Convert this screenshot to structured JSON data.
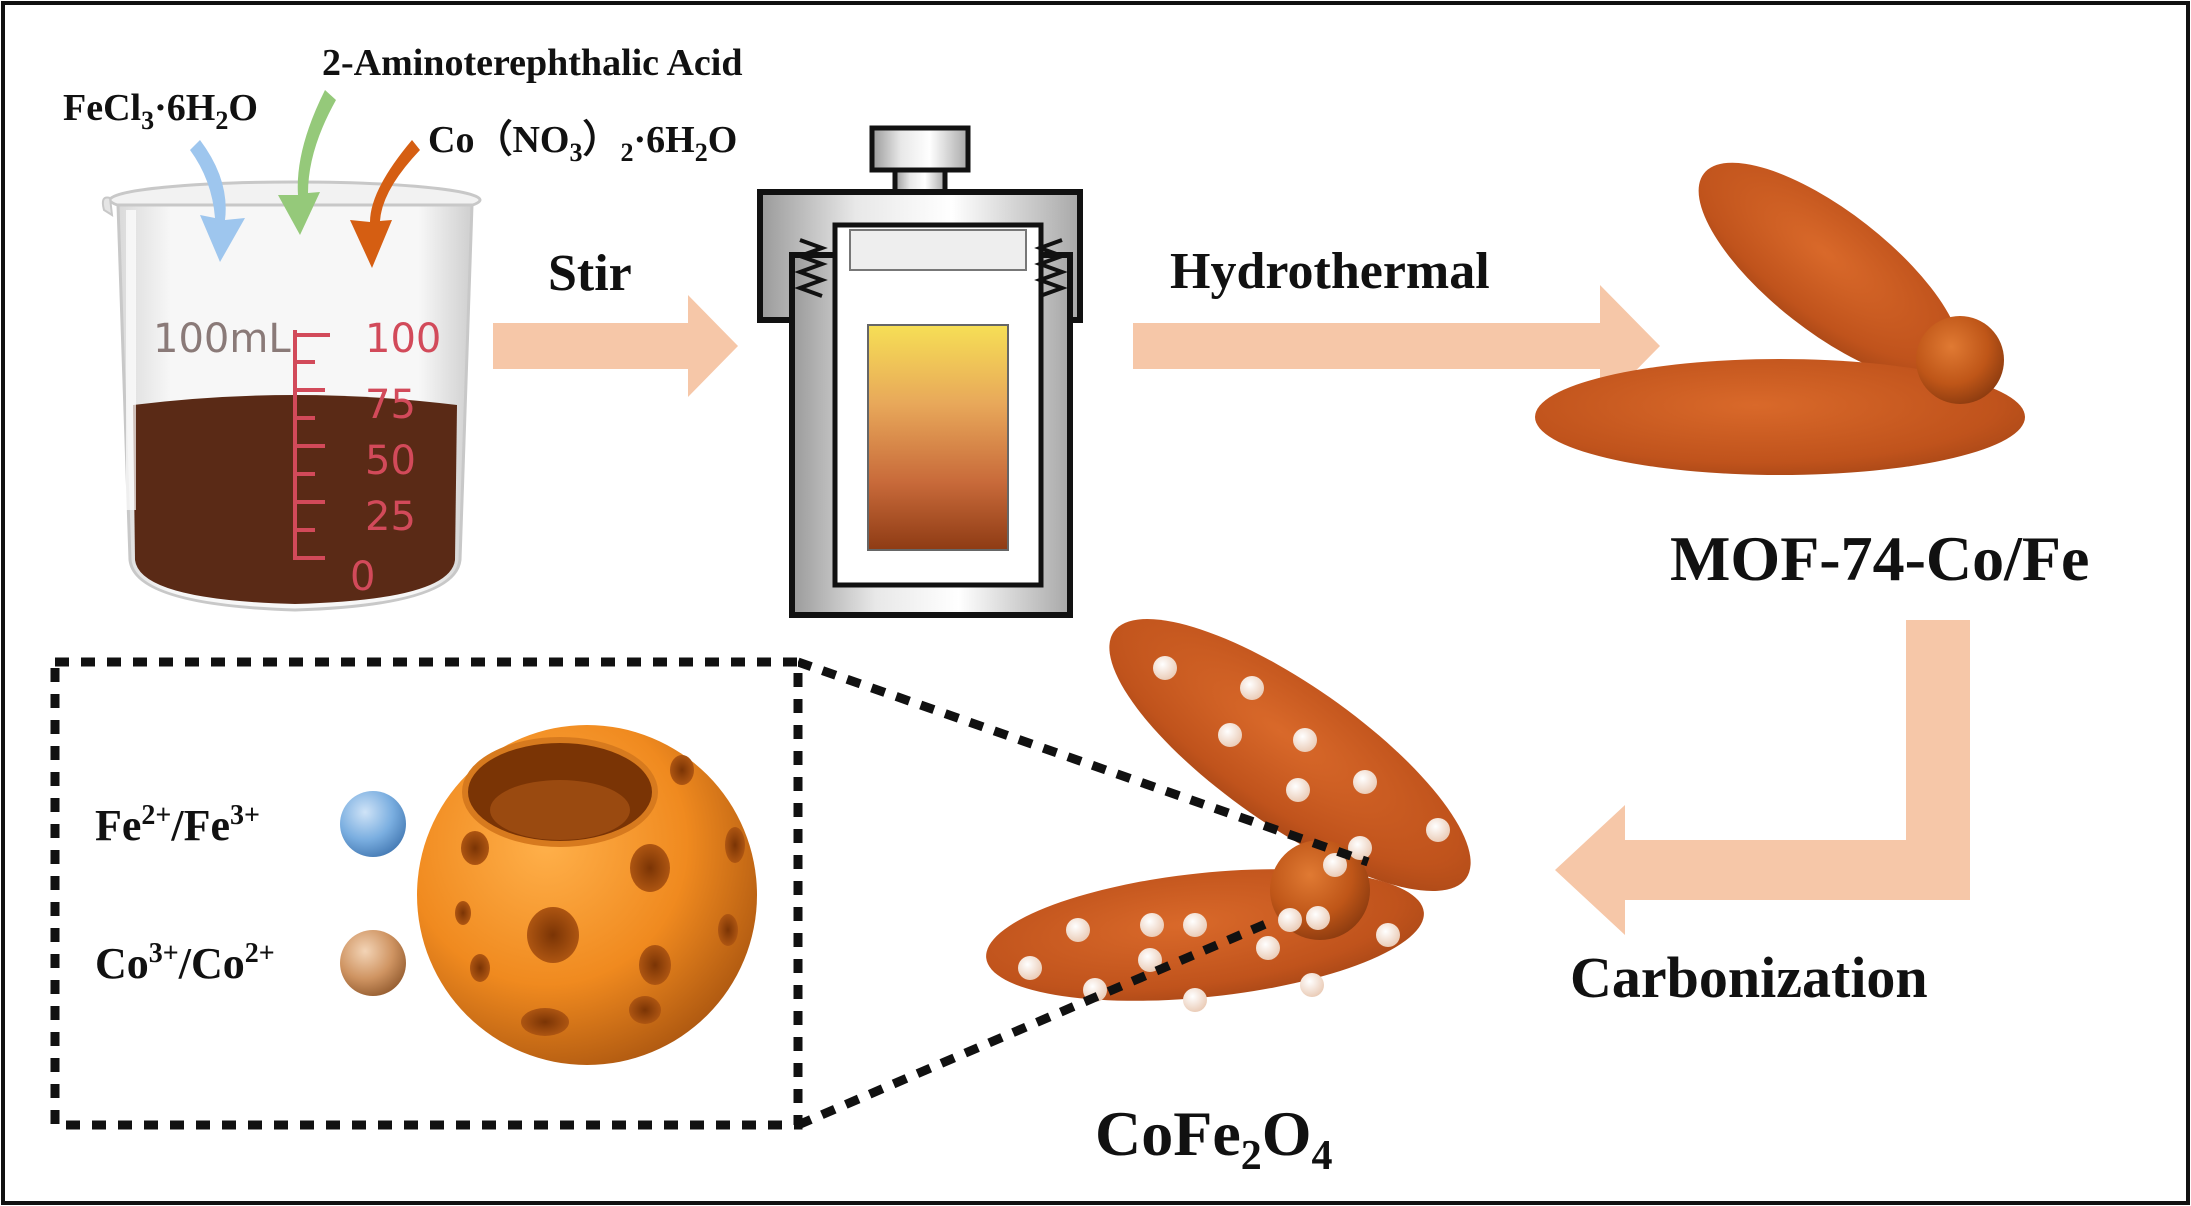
{
  "reagents": {
    "fecl3": {
      "base": "FeCl",
      "sub1": "3",
      "mid": "·6H",
      "sub2": "2",
      "tail": "O"
    },
    "acid": "2-Aminoterephthalic Acid",
    "cobalt": {
      "pre": "Co（NO",
      "sub1": "3",
      "close": "）",
      "sub2": "2",
      "mid": "·6H",
      "sub3": "2",
      "tail": "O"
    }
  },
  "beaker": {
    "volume_label": "100mL",
    "ticks": [
      "100",
      "75",
      "50",
      "25",
      "0"
    ]
  },
  "steps": {
    "stir": "Stir",
    "hydrothermal": "Hydrothermal",
    "carbonization": "Carbonization"
  },
  "products": {
    "mof": "MOF-74-Co/Fe",
    "cofe2o4": {
      "a": "CoFe",
      "sub1": "2",
      "b": "O",
      "sub2": "4"
    }
  },
  "legend": {
    "fe": {
      "a": "Fe",
      "sup1": "2+",
      "b": "/Fe",
      "sup2": "3+"
    },
    "co": {
      "a": "Co",
      "sup1": "3+",
      "b": "/Co",
      "sup2": "2+"
    }
  },
  "colors": {
    "arrow": "#f6c7a8",
    "liquid": "#5a2a16",
    "ellipsoid": "#c0531c",
    "fe_ion": "#6fa4dc",
    "co_ion": "#c98a56",
    "scale_red": "#d24a5a"
  }
}
